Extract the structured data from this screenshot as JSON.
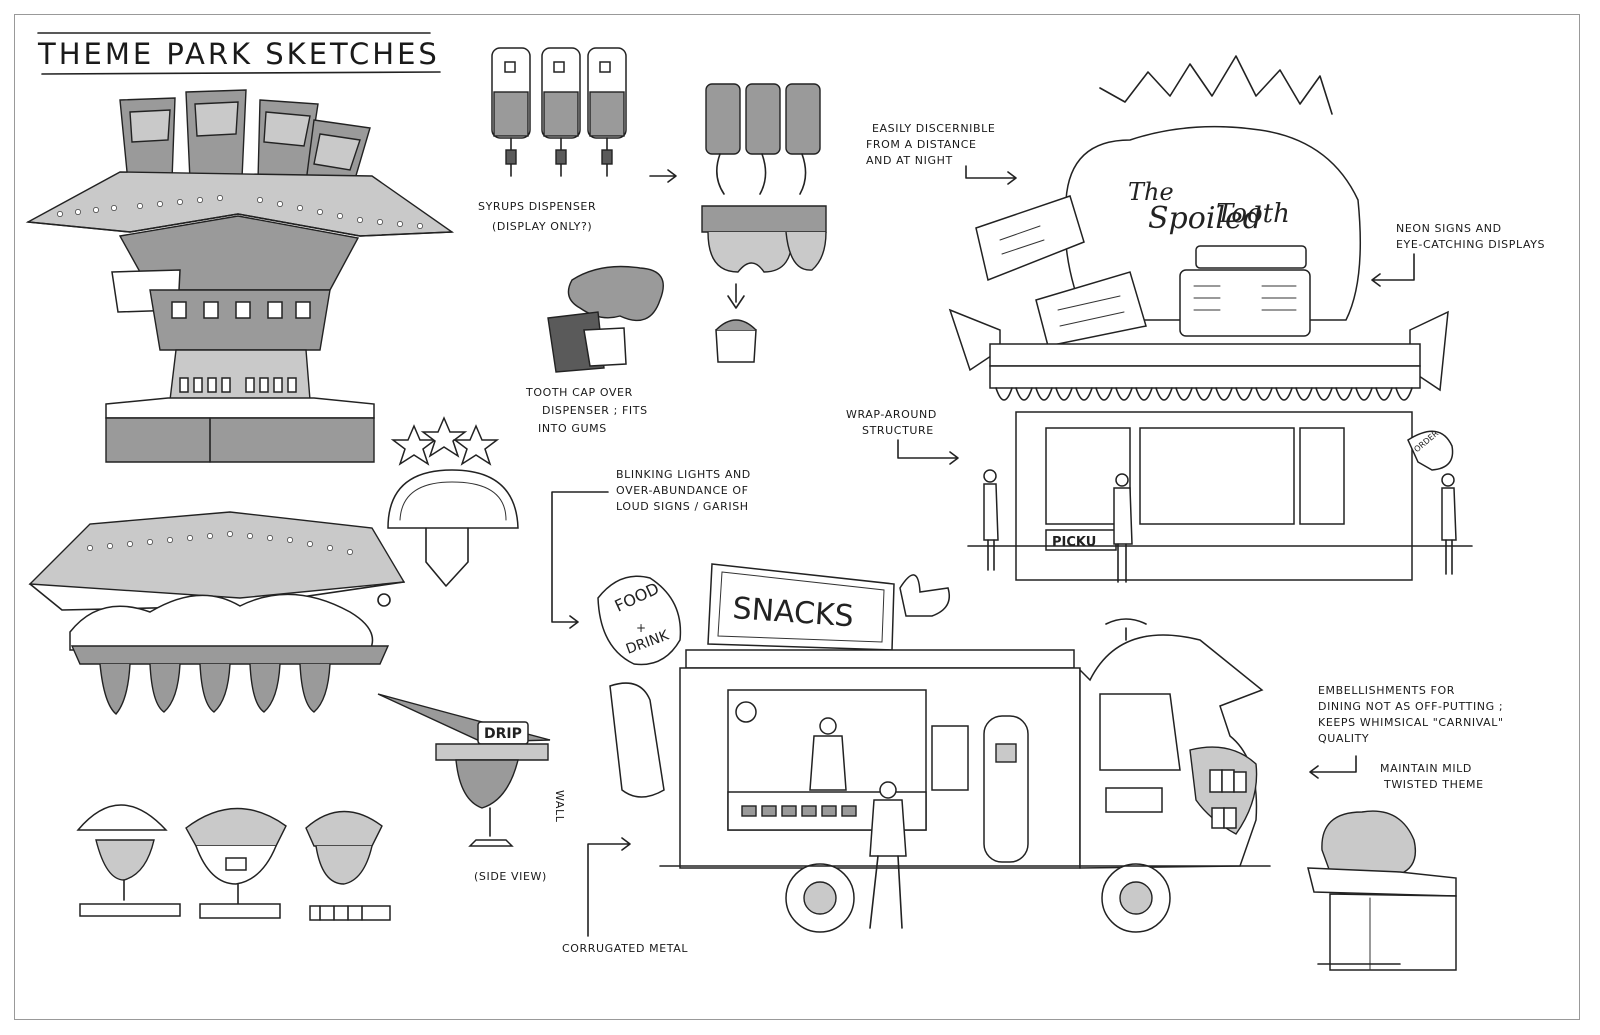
{
  "title": "THEME PARK SKETCHES",
  "notes": {
    "syrups": [
      "SYRUPS DISPENSER",
      "(DISPLAY ONLY?)"
    ],
    "tooth_cap": [
      "TOOTH CAP OVER",
      "DISPENSER ; FITS",
      "INTO GUMS"
    ],
    "blinking": [
      "BLINKING LIGHTS AND",
      "OVER-ABUNDANCE OF",
      "LOUD SIGNS / GARISH"
    ],
    "easily": [
      "EASILY DISCERNIBLE",
      "FROM A DISTANCE",
      "AND AT NIGHT"
    ],
    "neon": [
      "NEON SIGNS AND",
      "EYE-CATCHING DISPLAYS"
    ],
    "wrap": [
      "WRAP-AROUND",
      "STRUCTURE"
    ],
    "embellish": [
      "EMBELLISHMENTS FOR",
      "DINING NOT AS OFF-PUTTING ;",
      "KEEPS WHIMSICAL \"CARNIVAL\"",
      "QUALITY"
    ],
    "maintain": [
      "MAINTAIN MILD",
      "TWISTED THEME"
    ],
    "side_view": "(SIDE VIEW)",
    "corrugated": "CORRUGATED METAL"
  },
  "signs": {
    "spoiled": [
      "The",
      "Spoiled",
      "Tooth"
    ],
    "snacks": "SNACKS",
    "food": [
      "FOOD",
      "+",
      "DRINK"
    ],
    "drip": "DRIP",
    "pickup": "PICKU",
    "order": "ORDER",
    "wall": "WALL"
  },
  "icons": [
    "syrup-dispenser",
    "tooth-cap",
    "kiosk",
    "food-truck",
    "stand",
    "arrow"
  ]
}
